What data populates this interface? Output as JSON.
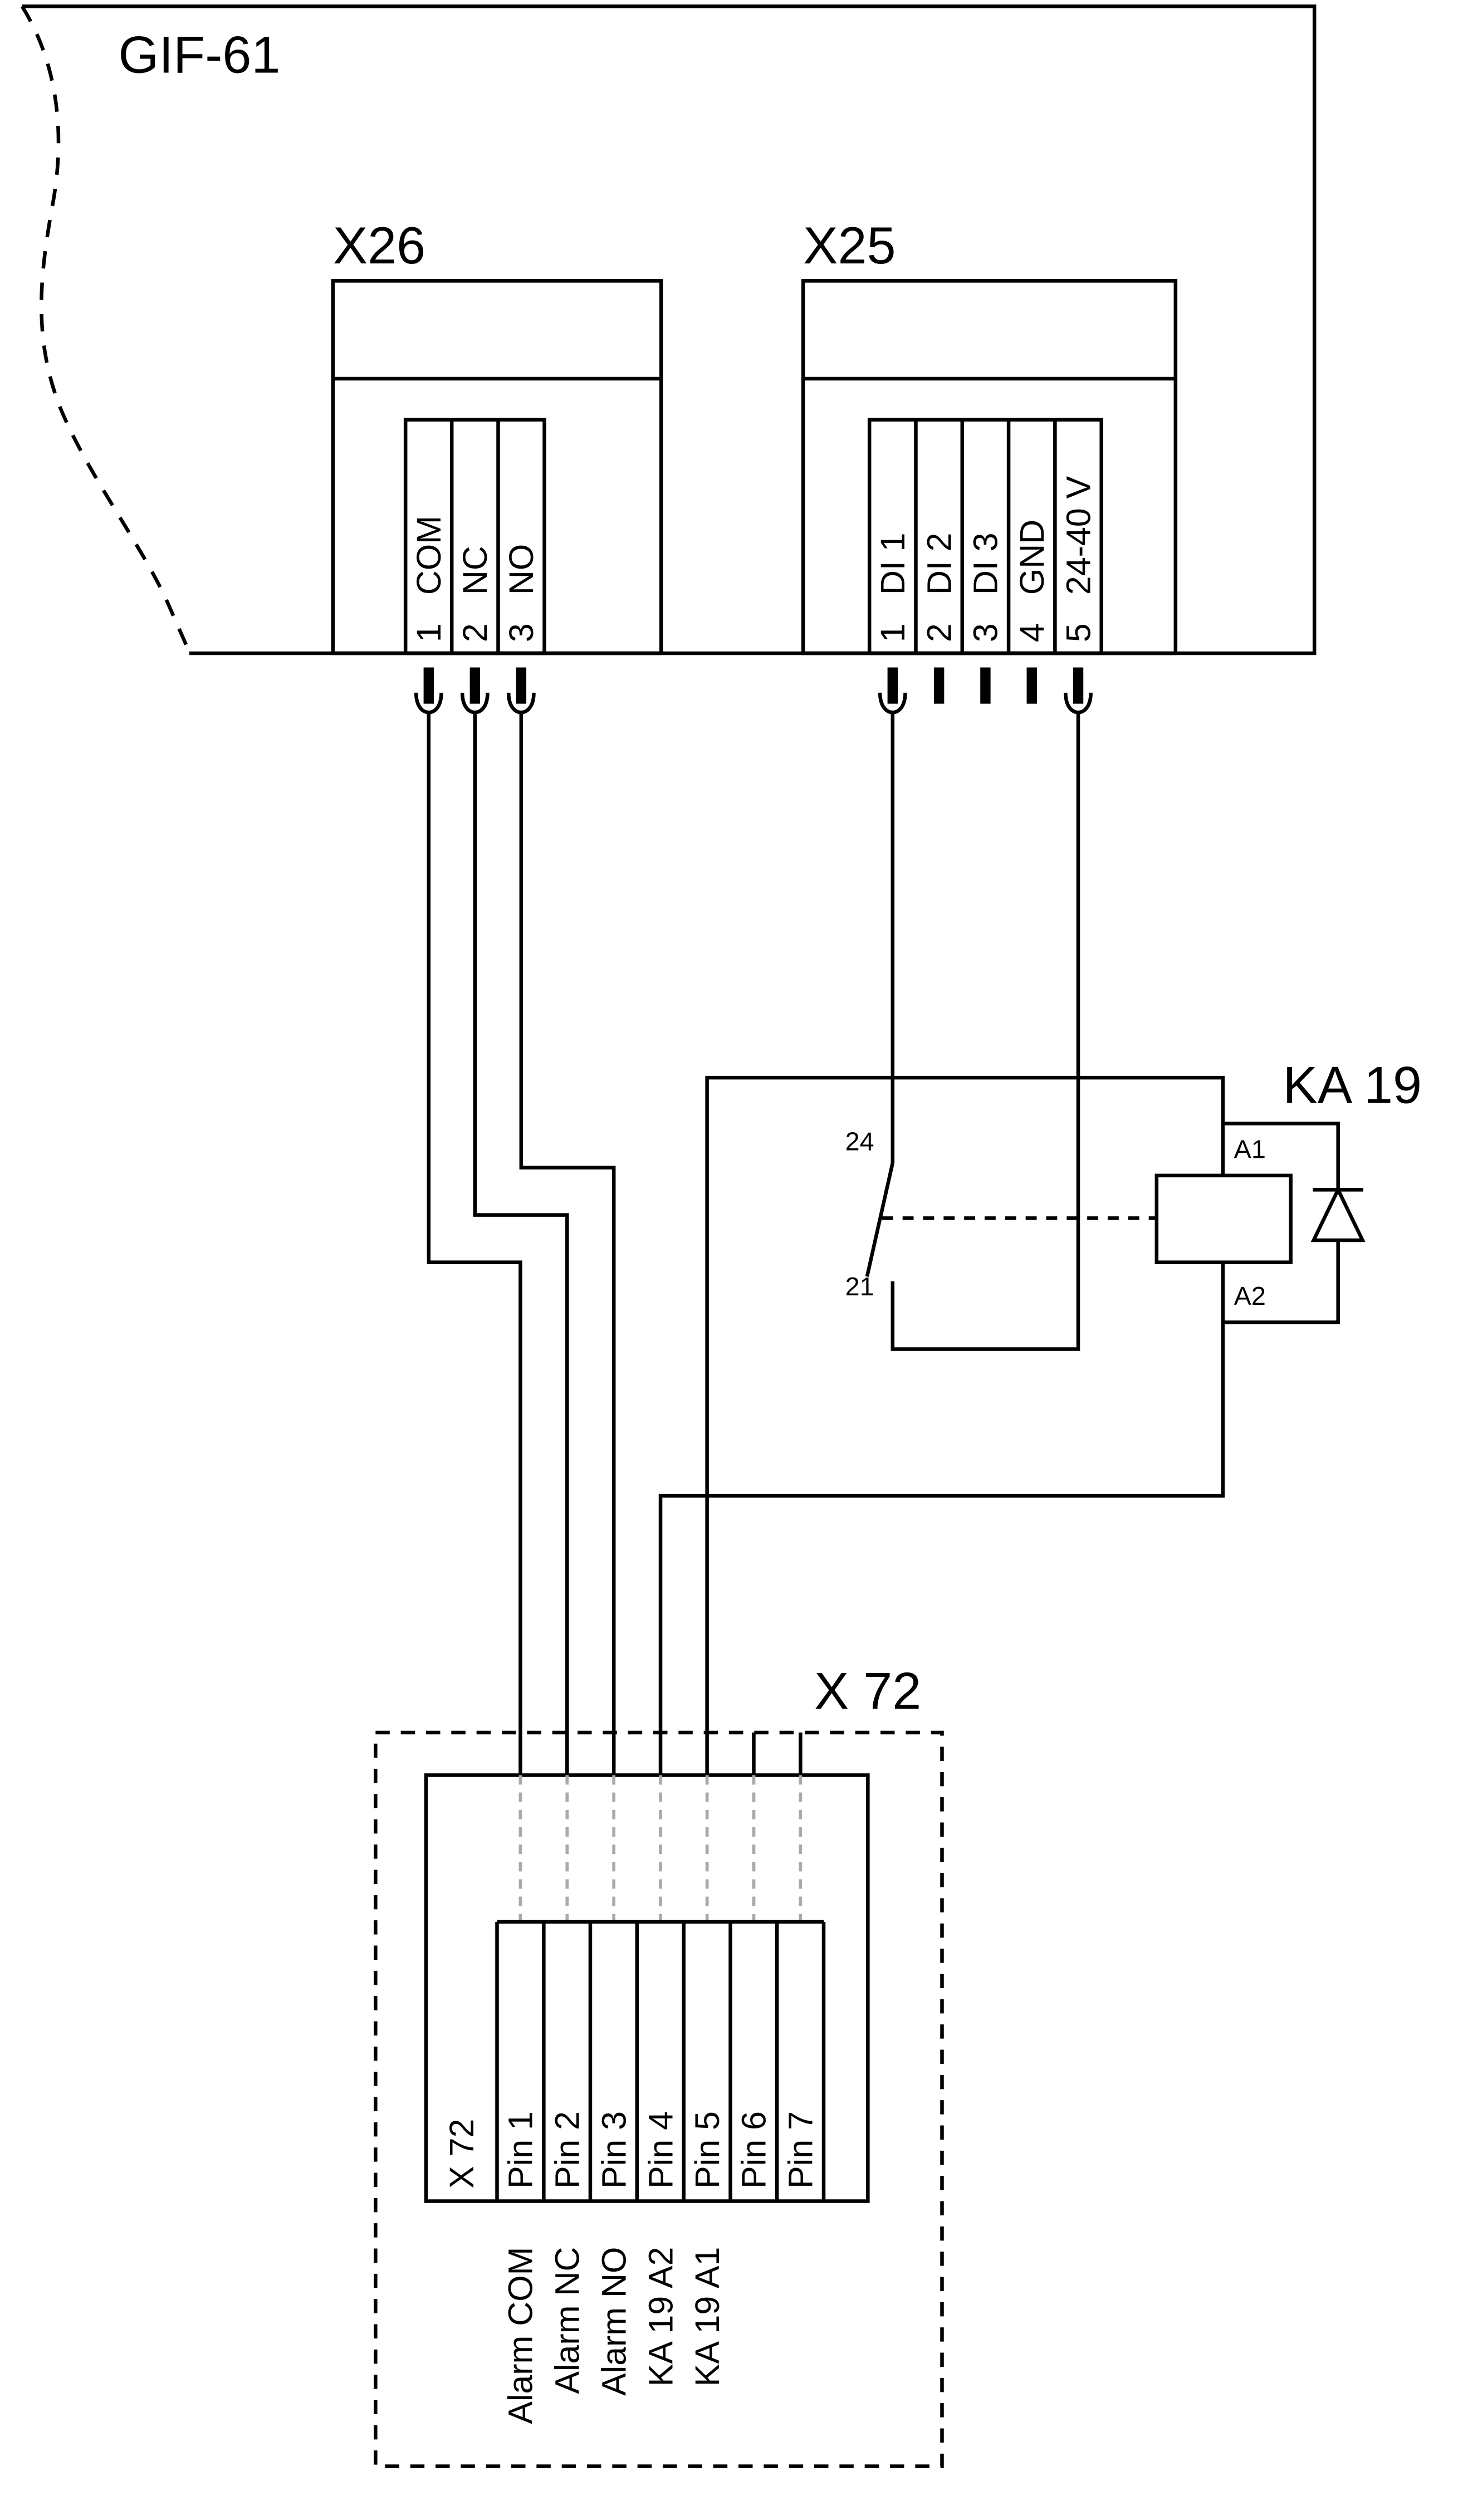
{
  "colors": {
    "line": "#000000",
    "internal_wire": "#a9a9a9",
    "background": "#ffffff"
  },
  "device": {
    "label": "GIF-61"
  },
  "connector_x26": {
    "label": "X26",
    "terminals": [
      {
        "number": "1",
        "name": "COM"
      },
      {
        "number": "2",
        "name": "NC"
      },
      {
        "number": "3",
        "name": "NO"
      }
    ]
  },
  "connector_x25": {
    "label": "X25",
    "terminals": [
      {
        "number": "1",
        "name": "DI 1"
      },
      {
        "number": "2",
        "name": "DI 2"
      },
      {
        "number": "3",
        "name": "DI 3"
      },
      {
        "number": "4",
        "name": "GND"
      },
      {
        "number": "5",
        "name": "24-40 V"
      }
    ]
  },
  "relay": {
    "label": "KA 19",
    "contact_terminal_top": "24",
    "contact_terminal_bottom": "21",
    "coil_terminal_top": "A1",
    "coil_terminal_bottom": "A2"
  },
  "connector_x72": {
    "label": "X 72",
    "block_label": "X 72",
    "pins": [
      {
        "name": "Pin 1",
        "signal": "Alarm COM"
      },
      {
        "name": "Pin 2",
        "signal": "Alarm NC"
      },
      {
        "name": "Pin 3",
        "signal": "Alarm NO"
      },
      {
        "name": "Pin 4",
        "signal": "KA 19 A2"
      },
      {
        "name": "Pin 5",
        "signal": "KA 19 A1"
      },
      {
        "name": "Pin 6",
        "signal": ""
      },
      {
        "name": "Pin 7",
        "signal": ""
      }
    ]
  }
}
